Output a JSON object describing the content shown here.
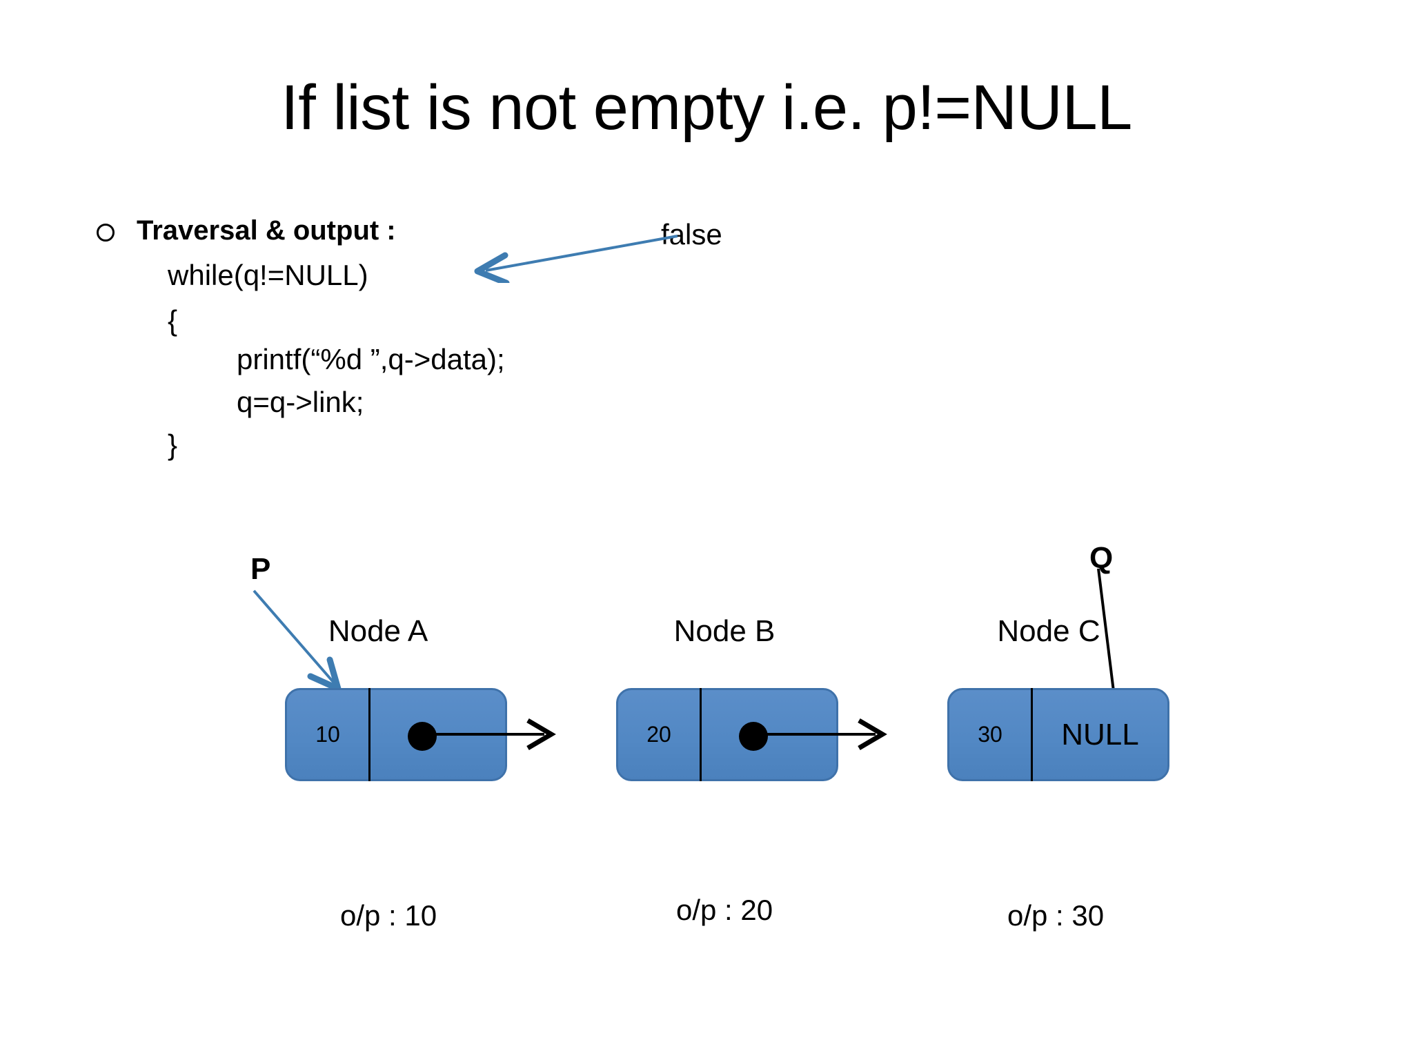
{
  "slide": {
    "title": "If list is not empty i.e. p!=NULL",
    "background_color": "#ffffff"
  },
  "bullet": {
    "marker": "hollow-circle",
    "label": "Traversal & output :"
  },
  "code": {
    "lines": [
      "while(q!=NULL)",
      "{",
      "printf(“%d ”,q->data);",
      "q=q->link;",
      "}"
    ],
    "while_line": "while(q!=NULL)",
    "open_brace": "{",
    "printf_line": "printf(“%d ”,q->data);",
    "assign_line": "q=q->link;",
    "close_brace": "}"
  },
  "annotations": {
    "false_label": "false",
    "false_arrow_color": "#3e7cb1",
    "pointer_p": "P",
    "pointer_q": "Q",
    "p_arrow_color": "#3e7cb1",
    "q_arrow_color": "#000000"
  },
  "diagram": {
    "node_fill_color": "#4b81bd",
    "node_border_color": "#3f72aa",
    "link_arrow_color": "#000000",
    "nodes": [
      {
        "label": "Node A",
        "value": "10",
        "link": "dot",
        "output": "o/p : 10"
      },
      {
        "label": "Node B",
        "value": "20",
        "link": "dot",
        "output": "o/p : 20"
      },
      {
        "label": "Node C",
        "value": "30",
        "link": "NULL",
        "output": "o/p : 30"
      }
    ]
  }
}
